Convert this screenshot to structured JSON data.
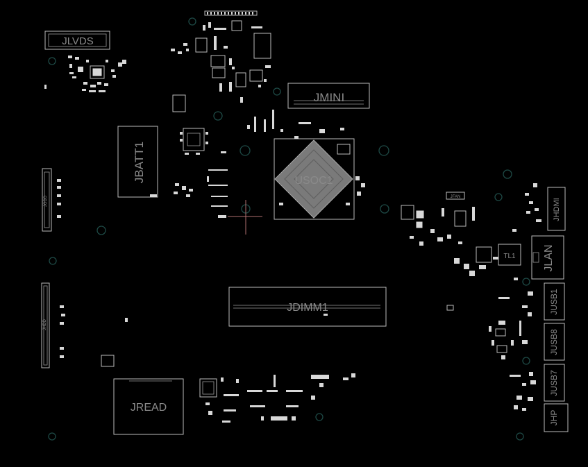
{
  "view": {
    "background": "#000000",
    "outline_color": "#bdbdbd",
    "label_color": "#8a8a8a",
    "mounting_hole_color": "#1e4a46",
    "cursor_color": "#b07070"
  },
  "components": {
    "jlvds": "JLVDS",
    "jmini": "JMINI",
    "jbatt1": "JBATT1",
    "usoc1": "USOC1",
    "jdimm1": "JDIMM1",
    "jread": "JREAD",
    "jhdmi": "JHDMI",
    "jlan": "JLAN",
    "jusb1": "JUSB1",
    "jusb8": "JUSB8",
    "jusb7": "JUSB7",
    "jhp": "JHP",
    "tl1": "TL1",
    "jfan": "JFAN",
    "jodd": "JODD",
    "jhdd": "JHDD"
  }
}
